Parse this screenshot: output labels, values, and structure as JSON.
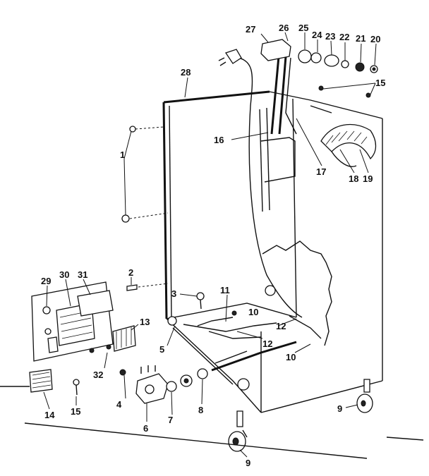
{
  "callouts": {
    "c1": "1",
    "c2": "2",
    "c3": "3",
    "c4": "4",
    "c5": "5",
    "c6": "6",
    "c7": "7",
    "c8": "8",
    "c9a": "9",
    "c9b": "9",
    "c10a": "10",
    "c10b": "10",
    "c11": "11",
    "c12a": "12",
    "c12b": "12",
    "c13": "13",
    "c14": "14",
    "c15a": "15",
    "c15b": "15",
    "c16": "16",
    "c17": "17",
    "c18": "18",
    "c19": "19",
    "c20": "20",
    "c21": "21",
    "c22": "22",
    "c23": "23",
    "c24": "24",
    "c25": "25",
    "c26": "26",
    "c27": "27",
    "c28": "28",
    "c29": "29",
    "c30": "30",
    "c31": "31",
    "c32": "32"
  }
}
